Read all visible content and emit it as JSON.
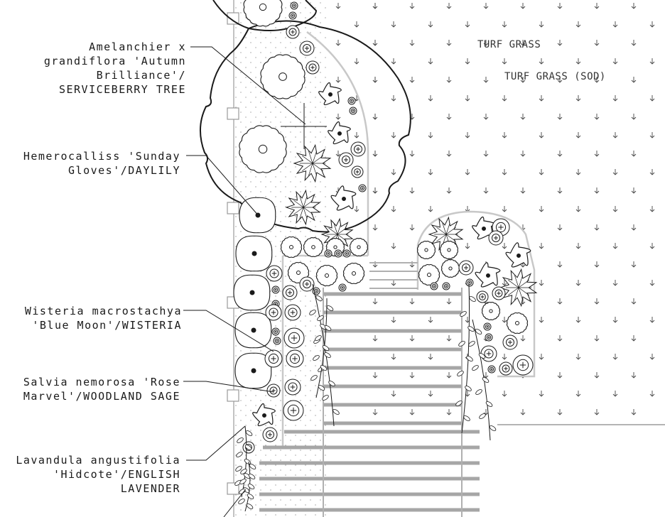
{
  "labels": {
    "serviceberry": [
      "Amelanchier x",
      "grandiflora 'Autumn",
      "Brilliance'/",
      "SERVICEBERRY TREE"
    ],
    "daylily": [
      "Hemerocalliss 'Sunday",
      "Gloves'/DAYLILY"
    ],
    "wisteria": [
      "Wisteria macrostachya",
      "'Blue Moon'/WISTERIA"
    ],
    "sage": [
      "Salvia nemorosa 'Rose",
      "Marvel'/WOODLAND SAGE"
    ],
    "lavender": [
      "Lavandula angustifolia",
      "'Hidcote'/ENGLISH",
      "LAVENDER"
    ]
  },
  "turf": {
    "label_1": "TURF GRASS",
    "label_2": "TURF GRASS (SOD)"
  },
  "colors": {
    "ink": "#1a1a1a",
    "pavement": "#a6a6a6",
    "bed_edge": "#c8c8c8"
  }
}
